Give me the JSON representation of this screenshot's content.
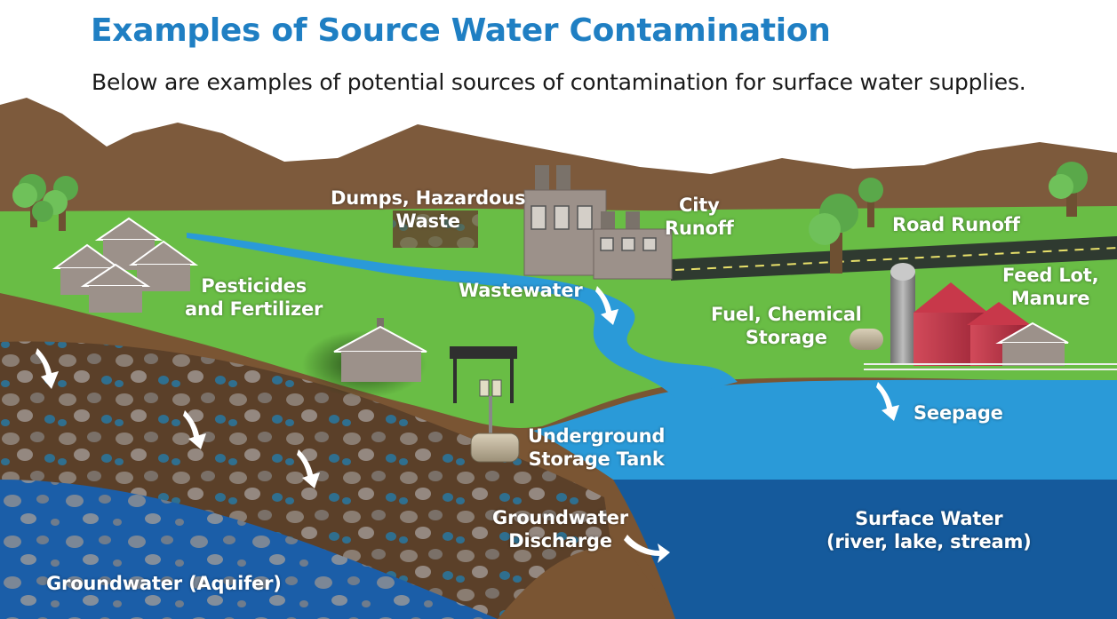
{
  "title": "Examples of Source Water Contamination",
  "subtitle": "Below are examples of potential sources of contamination for surface water supplies.",
  "labels": {
    "dumps": [
      "Dumps, Hazardous",
      "Waste"
    ],
    "city_runoff": [
      "City",
      "Runoff"
    ],
    "road_runoff": "Road Runoff",
    "pesticides": [
      "Pesticides",
      "and Fertilizer"
    ],
    "wastewater": "Wastewater",
    "feed_lot": [
      "Feed Lot,",
      "Manure"
    ],
    "fuel": [
      "Fuel, Chemical",
      "Storage"
    ],
    "seepage": "Seepage",
    "ust": [
      "Underground",
      "Storage Tank"
    ],
    "gw_discharge": [
      "Groundwater",
      "Discharge"
    ],
    "surface_water": [
      "Surface Water",
      "(river, lake, stream)"
    ],
    "groundwater": "Groundwater (Aquifer)"
  },
  "colors": {
    "title": "#1f7fc3",
    "grass": "#69bd45",
    "soil": "#7a5533",
    "hills": "#7d5a3c",
    "gravel": "#5b4029",
    "aquifer": "#1b5ea8",
    "river": "#2a9ad8",
    "deep_water": "#155a9c",
    "barn": "#c8384a"
  }
}
